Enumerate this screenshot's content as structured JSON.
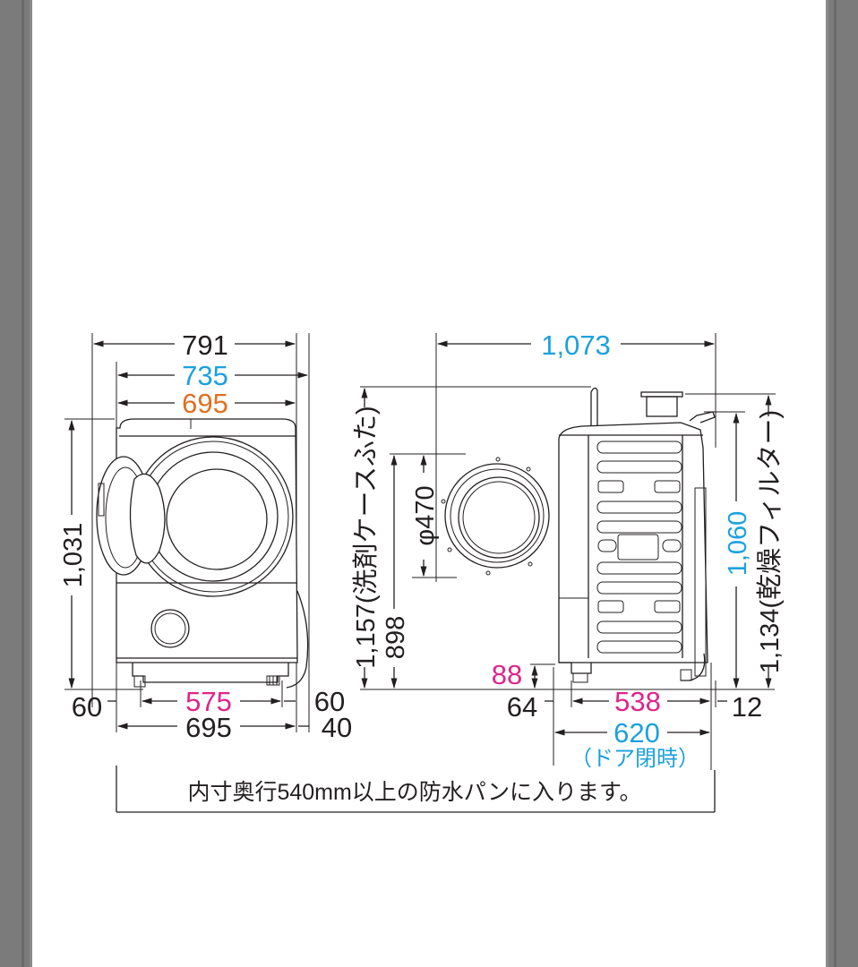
{
  "colors": {
    "black": "#231f20",
    "cyan": "#1ba1de",
    "orange": "#e0701f",
    "magenta": "#e0248a",
    "background_gray": "#7b7b7b",
    "page": "#ffffff"
  },
  "front_view": {
    "width_overall": "791",
    "width_cyan": "735",
    "width_orange": "695",
    "height": "1,031",
    "left_offset": "60",
    "foot_span": "575",
    "right_offset": "60",
    "base_width": "695",
    "hose_offset": "40"
  },
  "side_view": {
    "depth_overall": "1,073",
    "height_lid": "1,157(洗剤ケースふた)",
    "door_center_height": "898",
    "door_diameter": "φ470",
    "bottom_clearance": "88",
    "front_offset": "64",
    "foot_span": "538",
    "rear_offset": "12",
    "depth_closed": "620",
    "depth_closed_note": "（ドア閉時）",
    "height_body": "1,060",
    "height_filter": "1,134(乾燥フィルター)"
  },
  "footnote": "内寸奥行540mm以上の防水パンに入ります。"
}
